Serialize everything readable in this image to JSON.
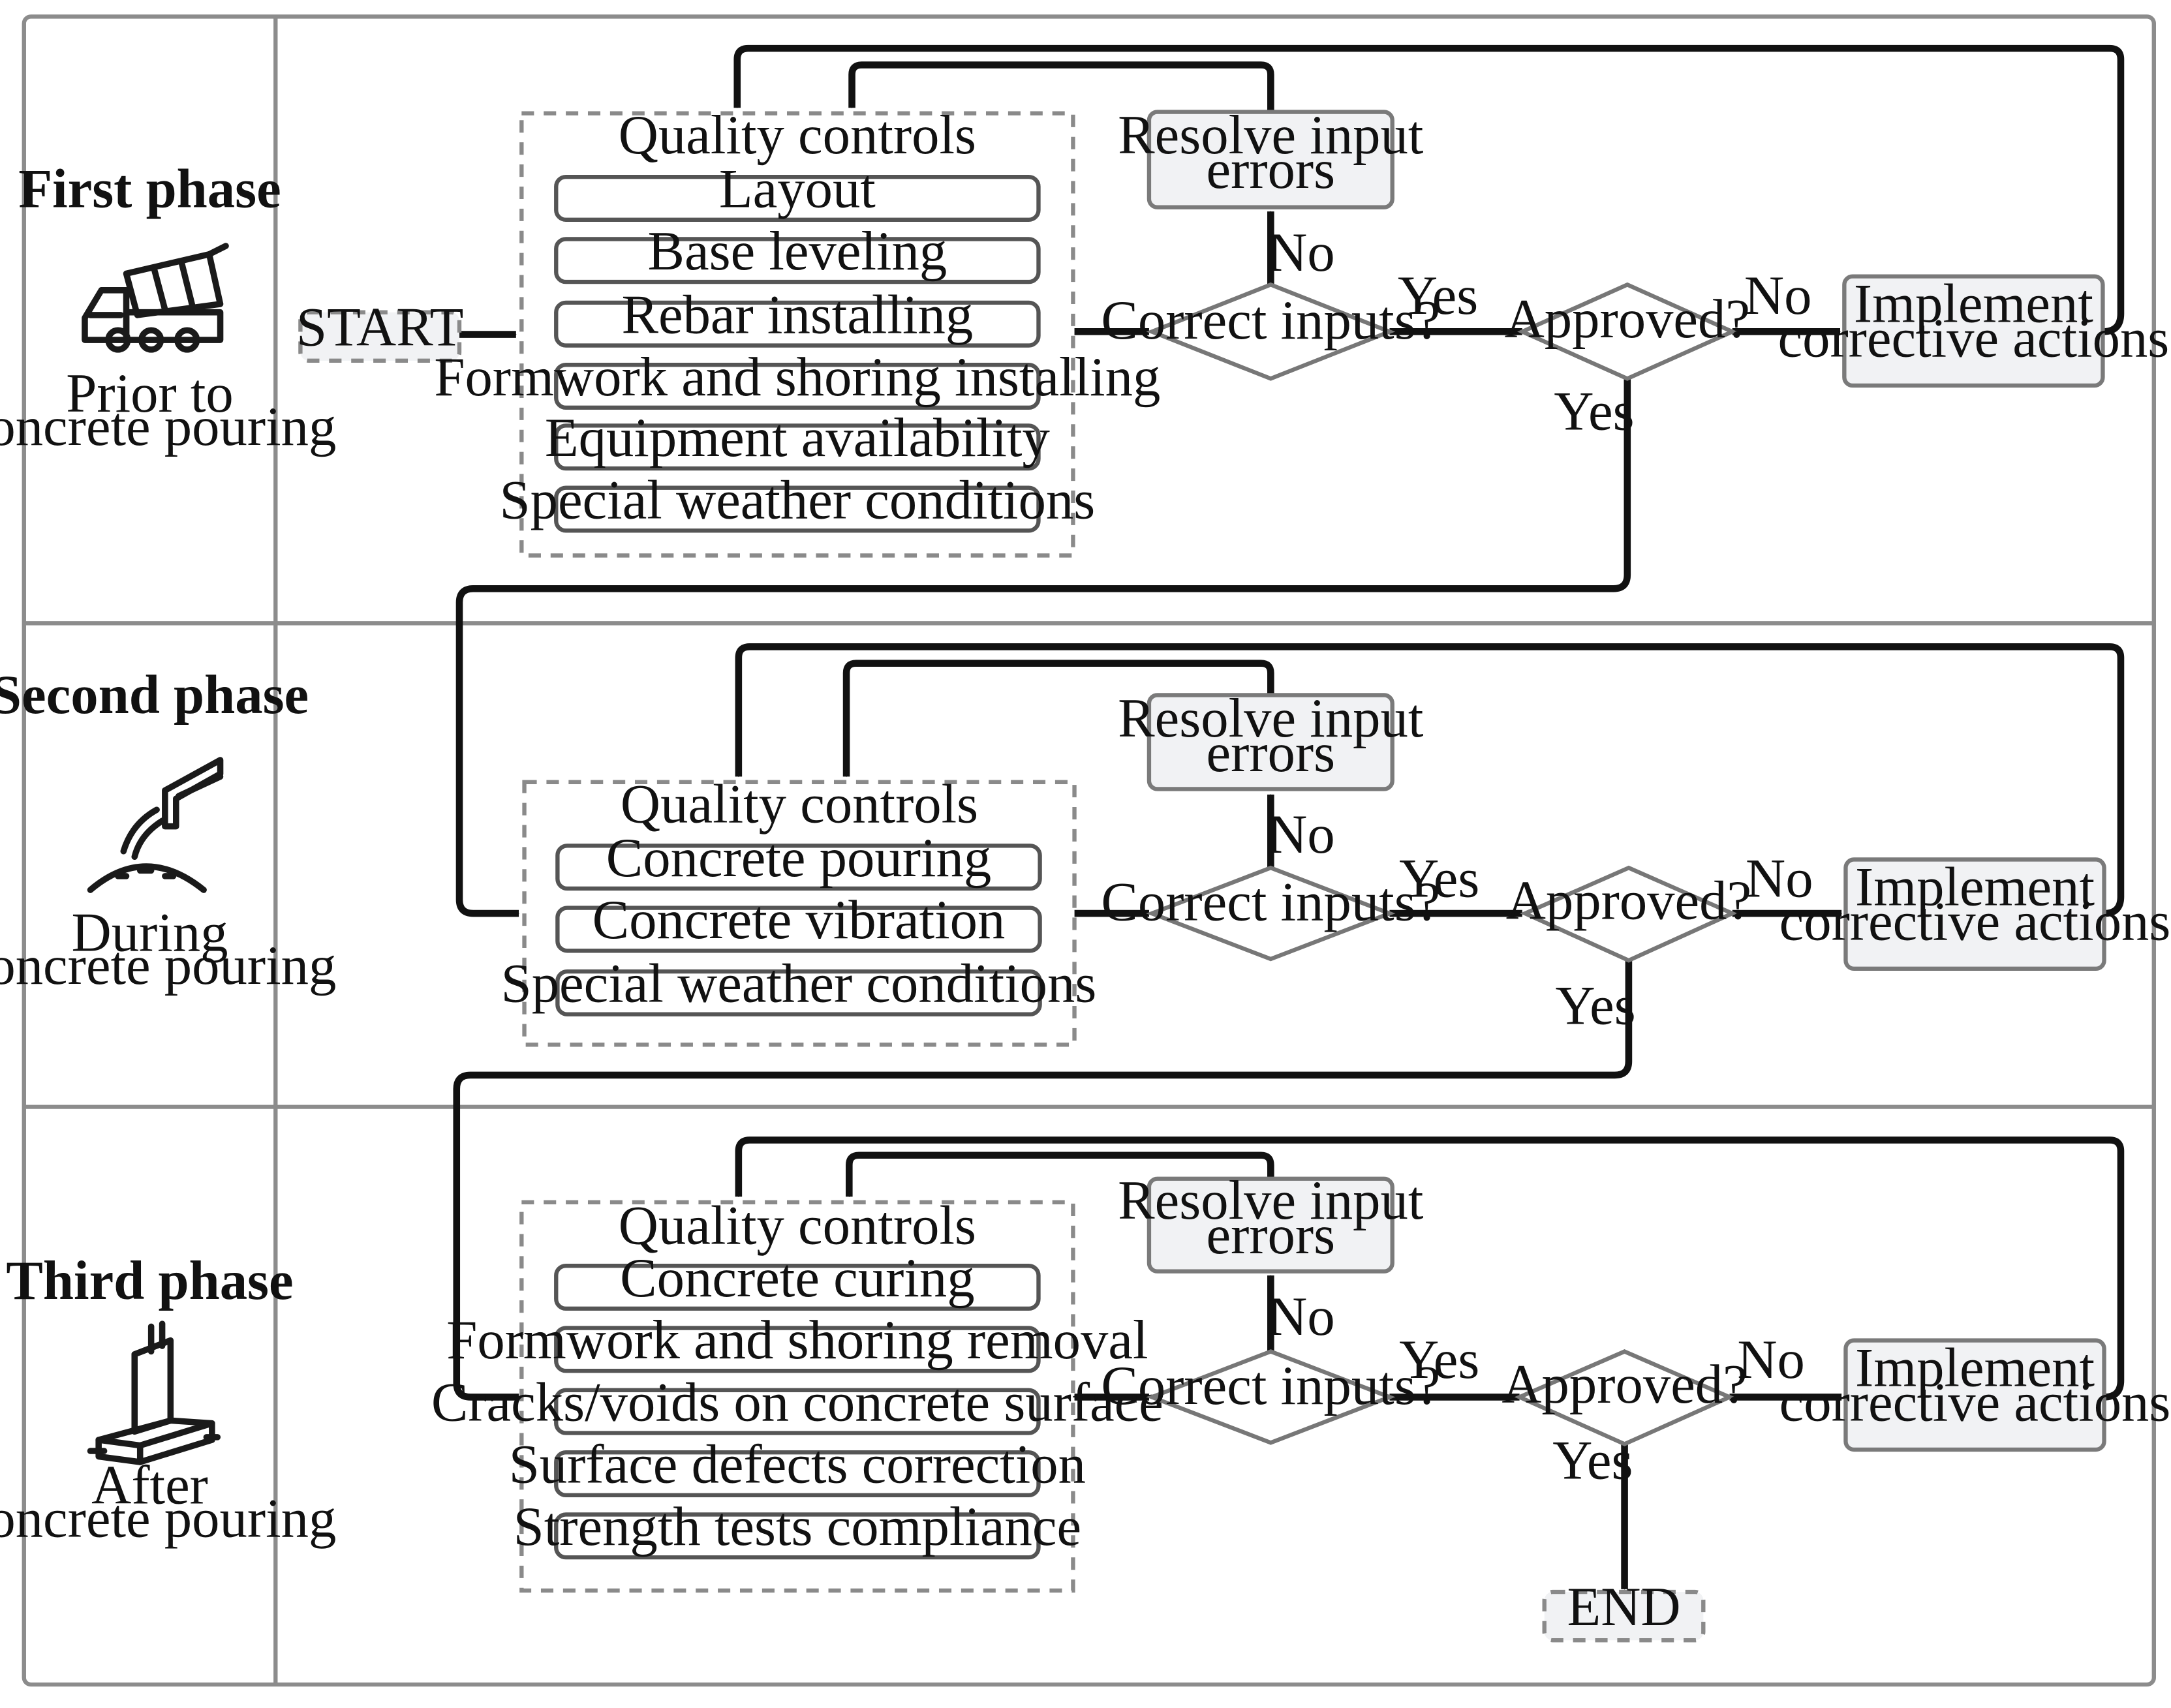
{
  "phases": [
    {
      "title": "First phase",
      "subtitle_line1": "Prior to",
      "subtitle_line2": "concrete pouring",
      "icon": "concrete-mixer-truck-icon",
      "qc_title": "Quality controls",
      "items": [
        "Layout",
        "Base leveling",
        "Rebar installing",
        "Formwork and shoring installing",
        "Equipment availability",
        "Special weather conditions"
      ]
    },
    {
      "title": "Second phase",
      "subtitle_line1": "During",
      "subtitle_line2": "concrete pouring",
      "icon": "concrete-pouring-icon",
      "qc_title": "Quality controls",
      "items": [
        "Concrete pouring",
        "Concrete vibration",
        "Special weather conditions"
      ]
    },
    {
      "title": "Third phase",
      "subtitle_line1": "After",
      "subtitle_line2": "concrete pouring",
      "icon": "retaining-wall-icon",
      "qc_title": "Quality controls",
      "items": [
        "Concrete curing",
        "Formwork and shoring removal",
        "Cracks/voids on concrete surface",
        "Surface defects correction",
        "Strength tests compliance"
      ]
    }
  ],
  "nodes": {
    "start": "START",
    "end": "END",
    "resolve_line1": "Resolve input",
    "resolve_line2": "errors",
    "correct_inputs": "Correct inputs?",
    "approved": "Approved?",
    "implement_line1": "Implement",
    "implement_line2": "corrective actions"
  },
  "edge_labels": {
    "yes": "Yes",
    "no": "No"
  },
  "colors": {
    "line": "#111111",
    "box_fill_grey": "#f1f2f4",
    "frame": "#8c8c8c"
  }
}
